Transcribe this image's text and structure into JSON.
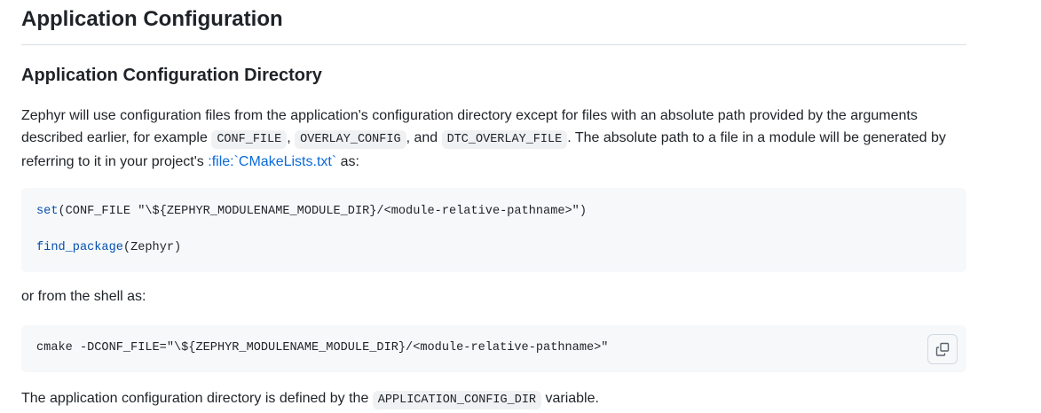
{
  "title": "Application Configuration",
  "subtitle": "Application Configuration Directory",
  "para1": {
    "t1": "Zephyr will use configuration files from the application's configuration directory except for files with an absolute path provided by the arguments described earlier, for example ",
    "c1": "CONF_FILE",
    "t2": ", ",
    "c2": "OVERLAY_CONFIG",
    "t3": ", and ",
    "c3": "DTC_OVERLAY_FILE",
    "t4": ". The absolute path to a file in a module will be generated by referring to it in your project's ",
    "link": ":file:`CMakeLists.txt`",
    "t5": " as:"
  },
  "code1": {
    "l1_fn": "set",
    "l1_rest": "(CONF_FILE \"\\${ZEPHYR_MODULENAME_MODULE_DIR}/<module-relative-pathname>\")",
    "l2_fn": "find_package",
    "l2_rest": "(Zephyr)"
  },
  "para2": "or from the shell as:",
  "code2": "cmake -DCONF_FILE=\"\\${ZEPHYR_MODULENAME_MODULE_DIR}/<module-relative-pathname>\"",
  "para3": {
    "t1": "The application configuration directory is defined by the ",
    "c1": "APPLICATION_CONFIG_DIR",
    "t2": " variable."
  }
}
